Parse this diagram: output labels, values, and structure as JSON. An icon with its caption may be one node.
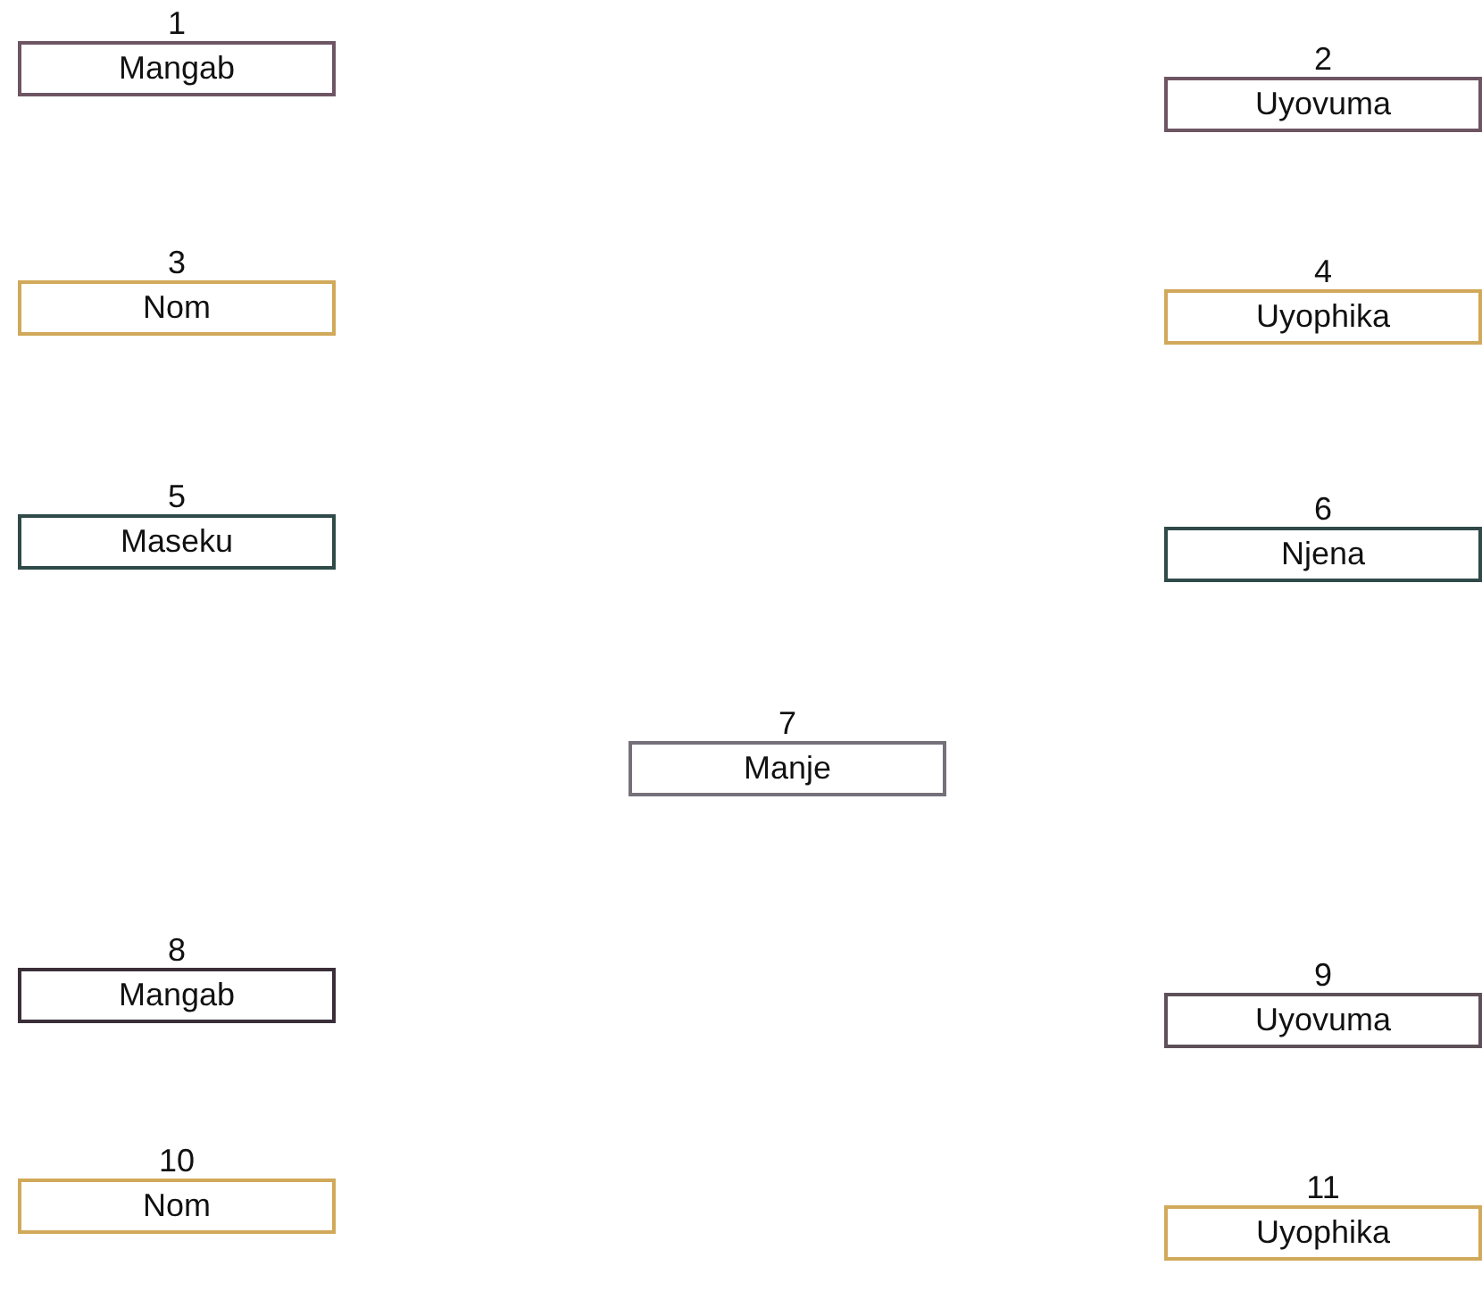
{
  "diagram": {
    "nodes": [
      {
        "text": [
          "1",
          "Mangab"
        ]
      },
      {
        "text": [
          "2",
          "Uyovuma"
        ]
      },
      {
        "text": [
          "3",
          "Nom"
        ]
      },
      {
        "text": [
          "4",
          "Uyophika"
        ]
      },
      {
        "text": [
          "5",
          "Maseku"
        ]
      },
      {
        "text": [
          "6",
          "Njena"
        ]
      },
      {
        "text": [
          "7",
          "Manje"
        ]
      },
      {
        "text": [
          "8",
          "Mangab"
        ]
      },
      {
        "text": [
          "9",
          "Uyovuma"
        ]
      },
      {
        "text": [
          "10",
          "Nom"
        ]
      },
      {
        "text": [
          "11",
          "Uyophika"
        ]
      }
    ],
    "edges": []
  }
}
